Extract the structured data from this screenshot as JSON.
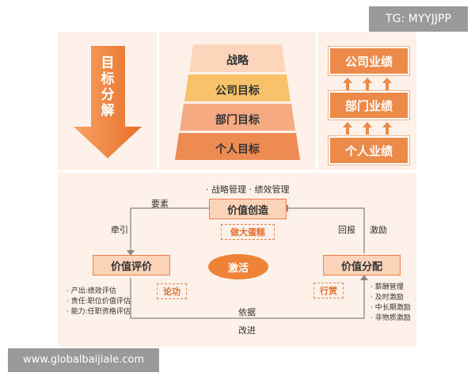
{
  "watermarks": {
    "top": "TG: MYYJJPP",
    "bottom": "www.globalbaijiale.com"
  },
  "left_arrow": {
    "label_chars": [
      "目",
      "标",
      "分",
      "解"
    ]
  },
  "pyramid": [
    "战略",
    "公司目标",
    "部门目标",
    "个人目标"
  ],
  "performance": [
    "公司业绩",
    "部门业绩",
    "个人业绩"
  ],
  "cycle": {
    "top_note": "· 战略管理 · 绩效管理",
    "create": "价值创造",
    "create_tag": "做大蛋糕",
    "evaluate": "价值评价",
    "evaluate_tag": "论功",
    "distribute": "价值分配",
    "distribute_tag": "行赏",
    "center": "激活",
    "label_yaosu": "要素",
    "label_qianyin": "牵引",
    "label_huibao": "回报",
    "label_jili": "激励",
    "label_yiju": "依据",
    "label_gaijin": "改进",
    "evaluate_notes": [
      "· 产出:绩效评估",
      "· 责任:职位价值评估",
      "· 能力:任职资格评估"
    ],
    "distribute_notes": [
      "· 薪酬管理",
      "· 及时激励",
      "· 中长期激励",
      "· 非物质激励"
    ]
  },
  "colors": {
    "accent": "#ec8a4a",
    "panel": "#fdf1e9",
    "box_fill": "#fad3b8"
  }
}
